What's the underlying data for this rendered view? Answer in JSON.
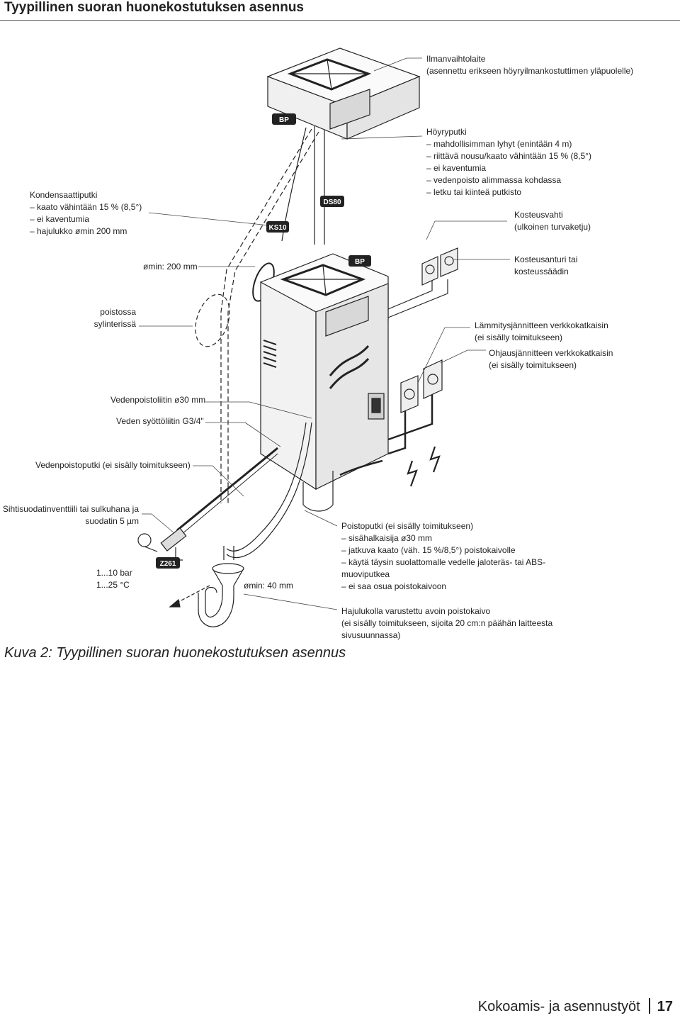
{
  "header": {
    "title": "Tyypillinen suoran huonekostutuksen asennus"
  },
  "labels": {
    "ilmanvaihto": [
      "Ilmanvaihtolaite",
      "(asennettu erikseen höyryilmankostuttimen yläpuolelle)"
    ],
    "hoyryputki": [
      "Höyryputki",
      "– mahdollisimman lyhyt (enintään 4 m)",
      "– riittävä nousu/kaato vähintään 15 % (8,5°)",
      "– ei kaventumia",
      "– vedenpoisto alimmassa kohdassa",
      "– letku tai kiinteä putkisto"
    ],
    "kondensaatti": [
      "Kondensaattiputki",
      "– kaato vähintään 15 % (8,5°)",
      "– ei kaventumia",
      "– hajulukko ømin 200 mm"
    ],
    "kosteusvahti": [
      "Kosteusvahti",
      "(ulkoinen turvaketju)"
    ],
    "omin200": "ømin: 200 mm",
    "kosteusanturi": [
      "Kosteusanturi tai",
      "kosteussäädin"
    ],
    "poistossa": [
      "poistossa",
      "sylinterissä"
    ],
    "lammitys": [
      "Lämmitysjännitteen verkkokatkaisin",
      "(ei sisälly toimitukseen)"
    ],
    "ohjaus": [
      "Ohjausjännitteen verkkokatkaisin",
      "(ei sisälly toimitukseen)"
    ],
    "vedenpoistoliitin": "Vedenpoistoliitin ø30 mm",
    "syottoliitin": "Veden syöttöliitin G3/4\"",
    "vedenpoistoputki": "Vedenpoistoputki (ei sisälly toimitukseen)",
    "sihti": [
      "Sihtisuodatinventtiili tai sulkuhana ja",
      "suodatin 5 µm"
    ],
    "bar": [
      "1...10 bar",
      "1...25 °C"
    ],
    "omin40": "ømin: 40 mm",
    "poistoputki": [
      "Poistoputki (ei sisälly toimitukseen)",
      "– sisähalkaisija ø30 mm",
      "– jatkuva kaato (väh. 15 %/8,5°) poistokaivolle",
      "– käytä täysin suolattomalle vedelle jaloteräs- tai ABS-",
      "   muoviputkea",
      "– ei saa osua poistokaivoon"
    ],
    "hajulukko": [
      "Hajulukolla varustettu avoin poistokaivo",
      "(ei sisälly toimitukseen, sijoita 20 cm:n päähän laitteesta",
      "sivusuunnassa)"
    ]
  },
  "badges": {
    "bp_top": "BP",
    "ds80": "DS80",
    "ks10": "KS10",
    "bp_mid": "BP",
    "z261": "Z261"
  },
  "caption": "Kuva 2: Tyypillinen suoran huonekostutuksen asennus",
  "footer": {
    "section": "Kokoamis- ja asennustyöt",
    "page": "17"
  }
}
